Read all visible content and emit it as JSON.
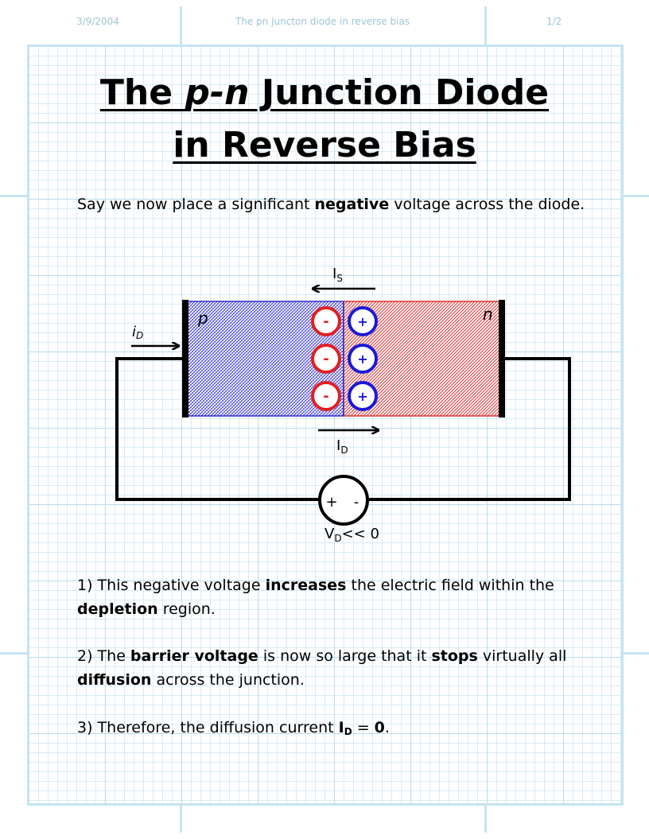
{
  "header": {
    "date": "3/9/2004",
    "file_title": "The pn juncton diode in reverse bias",
    "page": "1/2"
  },
  "title": {
    "line1_a": "The ",
    "line1_em": "p-n",
    "line1_b": " Junction Diode",
    "line2": "in Reverse Bias"
  },
  "intro": {
    "a": "Say we now place a significant ",
    "bold": "negative",
    "b": " voltage across the diode."
  },
  "diagram": {
    "is_label": "I",
    "is_sub": "S",
    "id_small_label": "i",
    "id_small_sub": "D",
    "p_label": "p",
    "n_label": "n",
    "minus_sign": "-",
    "plus_sign": "+",
    "id_label": "I",
    "id_sub": "D",
    "source_plus": "+",
    "source_minus": "-",
    "vd_label": "V",
    "vd_sub": "D",
    "vd_rest": "<< 0",
    "colors": {
      "p_region": "#2b2bd6",
      "n_region": "#e03030",
      "negative_ion": "#e02020",
      "positive_ion": "#1a1ad8"
    }
  },
  "points": {
    "p1": {
      "a": "1)  This negative voltage ",
      "b1": "increases",
      "c": " the electric field within the ",
      "b2": "depletion",
      "d": " region."
    },
    "p2": {
      "a": "2)  The ",
      "b1": "barrier voltage",
      "c": " is now so large that it ",
      "b2": "stops",
      "d": " virtually all ",
      "b3": "diffusion",
      "e": " across the junction."
    },
    "p3": {
      "a": "3)  Therefore, the diffusion current ",
      "b1": "I",
      "sub": "D",
      "c": " = ",
      "b2": "0",
      "d": "."
    }
  }
}
